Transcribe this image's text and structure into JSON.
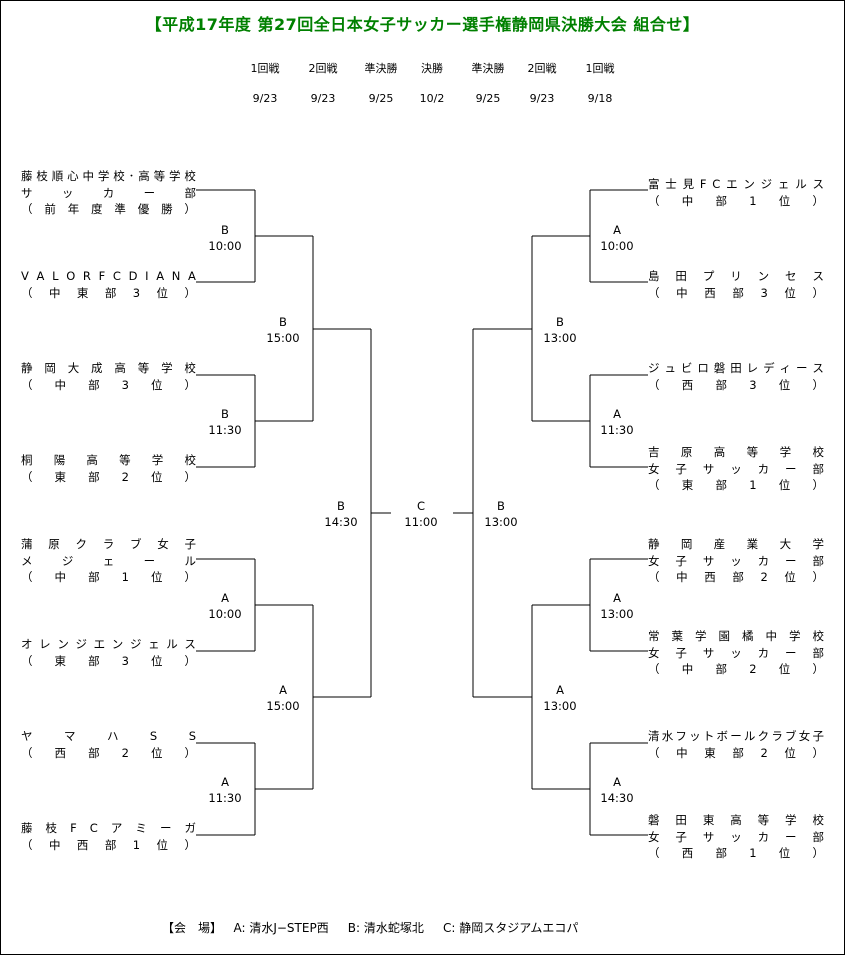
{
  "title": "【平成17年度 第27回全日本女子サッカー選手権静岡県決勝大会 組合せ】",
  "rounds": [
    {
      "name": "1回戦",
      "date": "9/23"
    },
    {
      "name": "2回戦",
      "date": "9/23"
    },
    {
      "name": "準決勝",
      "date": "9/25"
    },
    {
      "name": "決勝",
      "date": "10/2"
    },
    {
      "name": "準決勝",
      "date": "9/25"
    },
    {
      "name": "2回戦",
      "date": "9/23"
    },
    {
      "name": "1回戦",
      "date": "9/18"
    }
  ],
  "left_teams": [
    [
      "藤枝順心中学校･高等学校",
      "サッカー部",
      "（前年度準優勝）"
    ],
    [
      "VALOR FC DIANA",
      "（中東部3位）"
    ],
    [
      "静岡大成高等学校",
      "（中部3位）"
    ],
    [
      "桐陽高等学校",
      "（東部2位）"
    ],
    [
      "蒲原クラブ女子",
      "メジェール",
      "（中部1位）"
    ],
    [
      "オレンジエンジェルス",
      "（東部3位）"
    ],
    [
      "ヤマハSS",
      "（西部2位）"
    ],
    [
      "藤枝FCアミーガ",
      "（中西部1位）"
    ]
  ],
  "right_teams": [
    [
      "富士見FCエンジェルス",
      "（中部1位）"
    ],
    [
      "島田プリンセス",
      "（中西部3位）"
    ],
    [
      "ジュビロ磐田レディース",
      "（西部3位）"
    ],
    [
      "吉原高等学校",
      "女子サッカー部",
      "（東部1位）"
    ],
    [
      "静岡産業大学",
      "女子サッカー部",
      "（中西部2位）"
    ],
    [
      "常葉学園橘中学校",
      "女子サッカー部",
      "（中部2位）"
    ],
    [
      "清水フットボールクラブ女子",
      "（中東部2位）"
    ],
    [
      "磐田東高等学校",
      "女子サッカー部",
      "（西部1位）"
    ]
  ],
  "matches": {
    "l1a": {
      "venue": "B",
      "time": "10:00"
    },
    "l1b": {
      "venue": "B",
      "time": "11:30"
    },
    "l1c": {
      "venue": "A",
      "time": "10:00"
    },
    "l1d": {
      "venue": "A",
      "time": "11:30"
    },
    "l2a": {
      "venue": "B",
      "time": "15:00"
    },
    "l2b": {
      "venue": "A",
      "time": "15:00"
    },
    "l3": {
      "venue": "B",
      "time": "14:30"
    },
    "final": {
      "venue": "C",
      "time": "11:00"
    },
    "r3": {
      "venue": "B",
      "time": "13:00"
    },
    "r2a": {
      "venue": "B",
      "time": "13:00"
    },
    "r2b": {
      "venue": "A",
      "time": "13:00"
    },
    "r1a": {
      "venue": "A",
      "time": "10:00"
    },
    "r1b": {
      "venue": "A",
      "time": "11:30"
    },
    "r1c": {
      "venue": "A",
      "time": "13:00"
    },
    "r1d": {
      "venue": "A",
      "time": "14:30"
    }
  },
  "footer": {
    "label": "【会　場】",
    "venues": [
      {
        "code": "A",
        "name": "清水J−STEP西"
      },
      {
        "code": "B",
        "name": "清水蛇塚北"
      },
      {
        "code": "C",
        "name": "静岡スタジアムエコパ"
      }
    ]
  },
  "colors": {
    "title": "#008000",
    "lines": "#000000"
  }
}
